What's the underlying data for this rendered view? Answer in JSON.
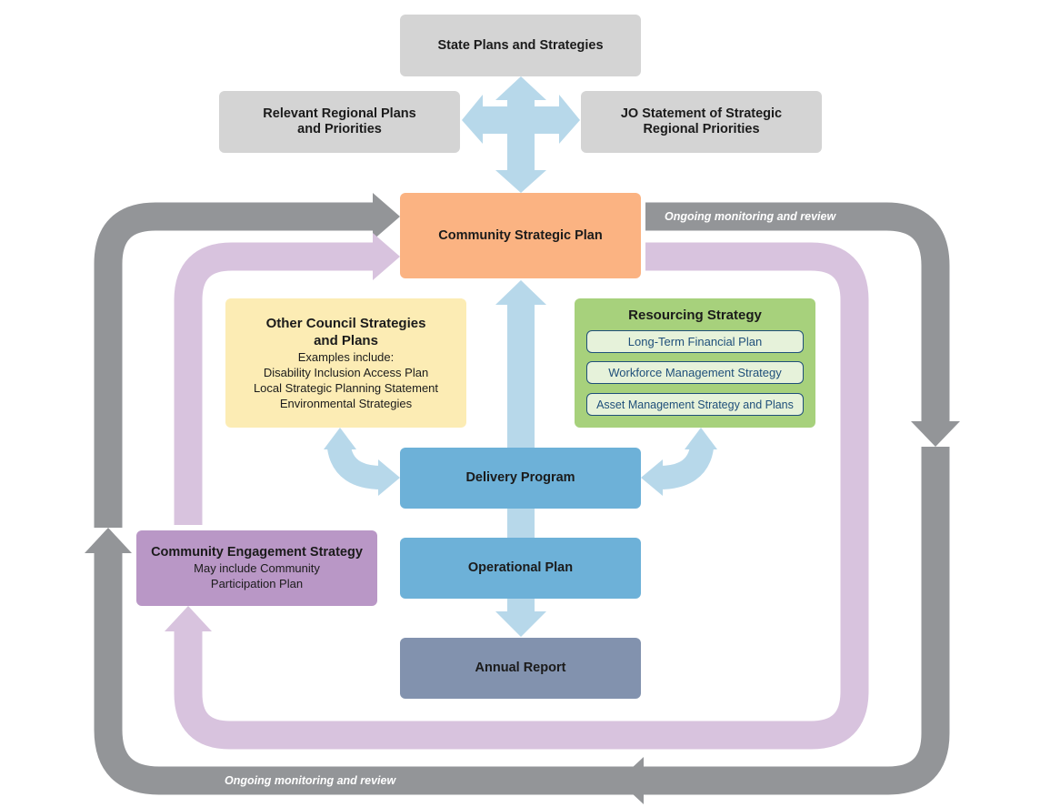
{
  "boxes": {
    "state_plans": "State Plans and Strategies",
    "regional_plans": [
      "Relevant Regional Plans",
      "and Priorities"
    ],
    "jo_statement": [
      "JO Statement of Strategic",
      "Regional Priorities"
    ],
    "csp": "Community Strategic Plan",
    "other_strategies": {
      "title": [
        "Other Council Strategies",
        "and Plans"
      ],
      "lines": [
        "Examples include:",
        "Disability Inclusion Access Plan",
        "Local Strategic Planning Statement",
        "Environmental Strategies"
      ]
    },
    "resourcing": {
      "title": "Resourcing Strategy",
      "items": [
        "Long-Term Financial Plan",
        "Workforce Management Strategy",
        "Asset Management Strategy and Plans"
      ]
    },
    "delivery_program": "Delivery Program",
    "operational_plan": "Operational Plan",
    "annual_report": "Annual Report",
    "engagement": {
      "title": "Community Engagement Strategy",
      "lines": [
        "May include Community",
        "Participation Plan"
      ]
    }
  },
  "notes": {
    "monitoring_top": "Ongoing monitoring and review",
    "monitoring_bottom": "Ongoing monitoring and review"
  },
  "colors": {
    "grey_box": "#d4d4d4",
    "orange_box": "#fbb382",
    "yellow_box": "#fcecb4",
    "green_box": "#a7d17c",
    "blue_box": "#6db1d8",
    "purple_box": "#b997c6",
    "slate_box": "#8292ae",
    "grey_arrow": "#939598",
    "purple_arrow": "#d8c3de",
    "light_blue_arrow": "#b7d8ea"
  }
}
